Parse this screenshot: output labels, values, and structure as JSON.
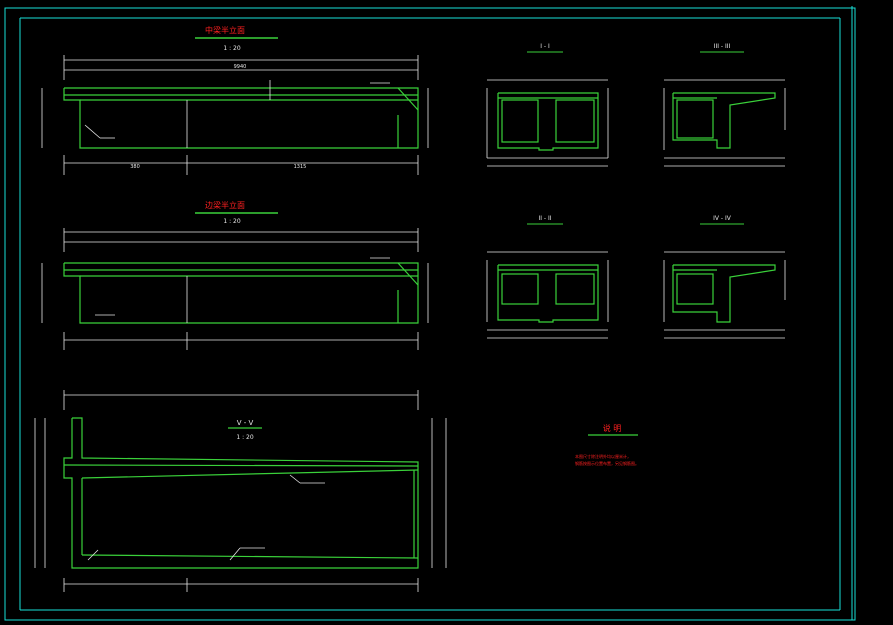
{
  "colors": {
    "background": "#000000",
    "frame": "#19e0d8",
    "outline": "#3ad13a",
    "dimension": "#e6e6e6",
    "annotation": "#ff2020"
  },
  "title_main_elevation": "中梁半立面",
  "title_side_elevation": "边梁半立面",
  "scale_label": "1 : 20",
  "section_labels": [
    "I - I",
    "II - II",
    "III - III",
    "IV - IV"
  ],
  "section_v_label": "V - V",
  "notes_title": "说 明",
  "notes_lines": [
    "本图尺寸除注明外均以厘米计，",
    "钢筋按图示位置布置，另见钢筋图。"
  ],
  "dim_total": "9940",
  "dim_left": "380",
  "dim_right": "1315"
}
